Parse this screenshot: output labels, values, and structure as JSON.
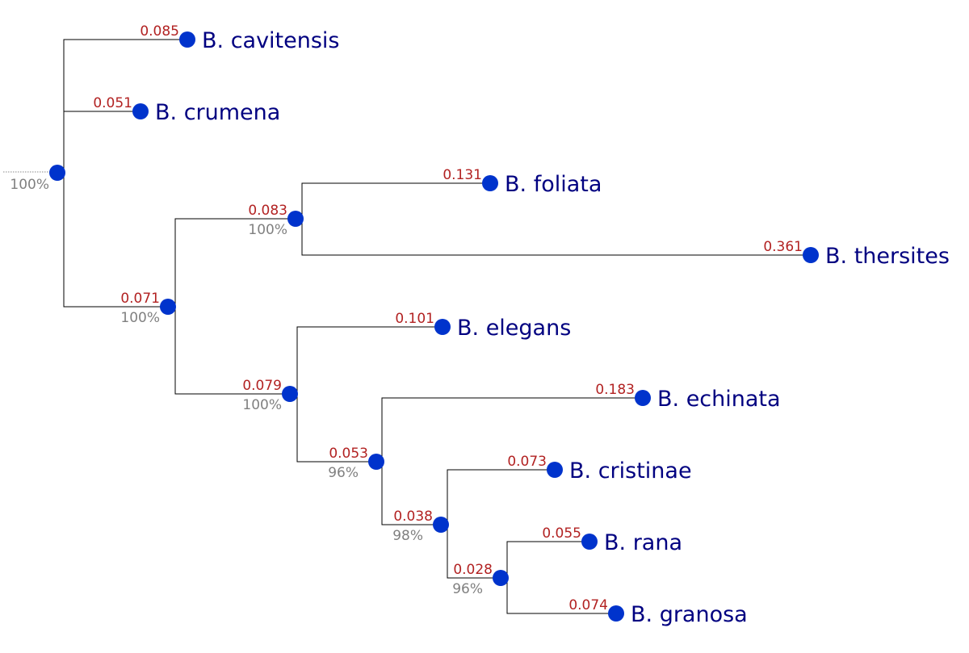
{
  "colors": {
    "branch": "#000000",
    "node": "#0033cc",
    "branch_length_label": "#b22222",
    "support_label": "#808080",
    "leaf_label": "#000080"
  },
  "tree": {
    "root": {
      "support": "100%"
    },
    "leaves": {
      "cavitensis": {
        "name": "B. cavitensis",
        "length": "0.085"
      },
      "crumena": {
        "name": "B. crumena",
        "length": "0.051"
      },
      "foliata": {
        "name": "B. foliata",
        "length": "0.131"
      },
      "thersites": {
        "name": "B. thersites",
        "length": "0.361"
      },
      "elegans": {
        "name": "B. elegans",
        "length": "0.101"
      },
      "echinata": {
        "name": "B. echinata",
        "length": "0.183"
      },
      "cristinae": {
        "name": "B. cristinae",
        "length": "0.073"
      },
      "rana": {
        "name": "B. rana",
        "length": "0.055"
      },
      "granosa": {
        "name": "B. granosa",
        "length": "0.074"
      }
    },
    "internal": {
      "a": {
        "length": "0.071",
        "support": "100%"
      },
      "b": {
        "length": "0.083",
        "support": "100%"
      },
      "c": {
        "length": "0.079",
        "support": "100%"
      },
      "d": {
        "length": "0.053",
        "support": "96%"
      },
      "e": {
        "length": "0.038",
        "support": "98%"
      },
      "f": {
        "length": "0.028",
        "support": "96%"
      }
    }
  }
}
